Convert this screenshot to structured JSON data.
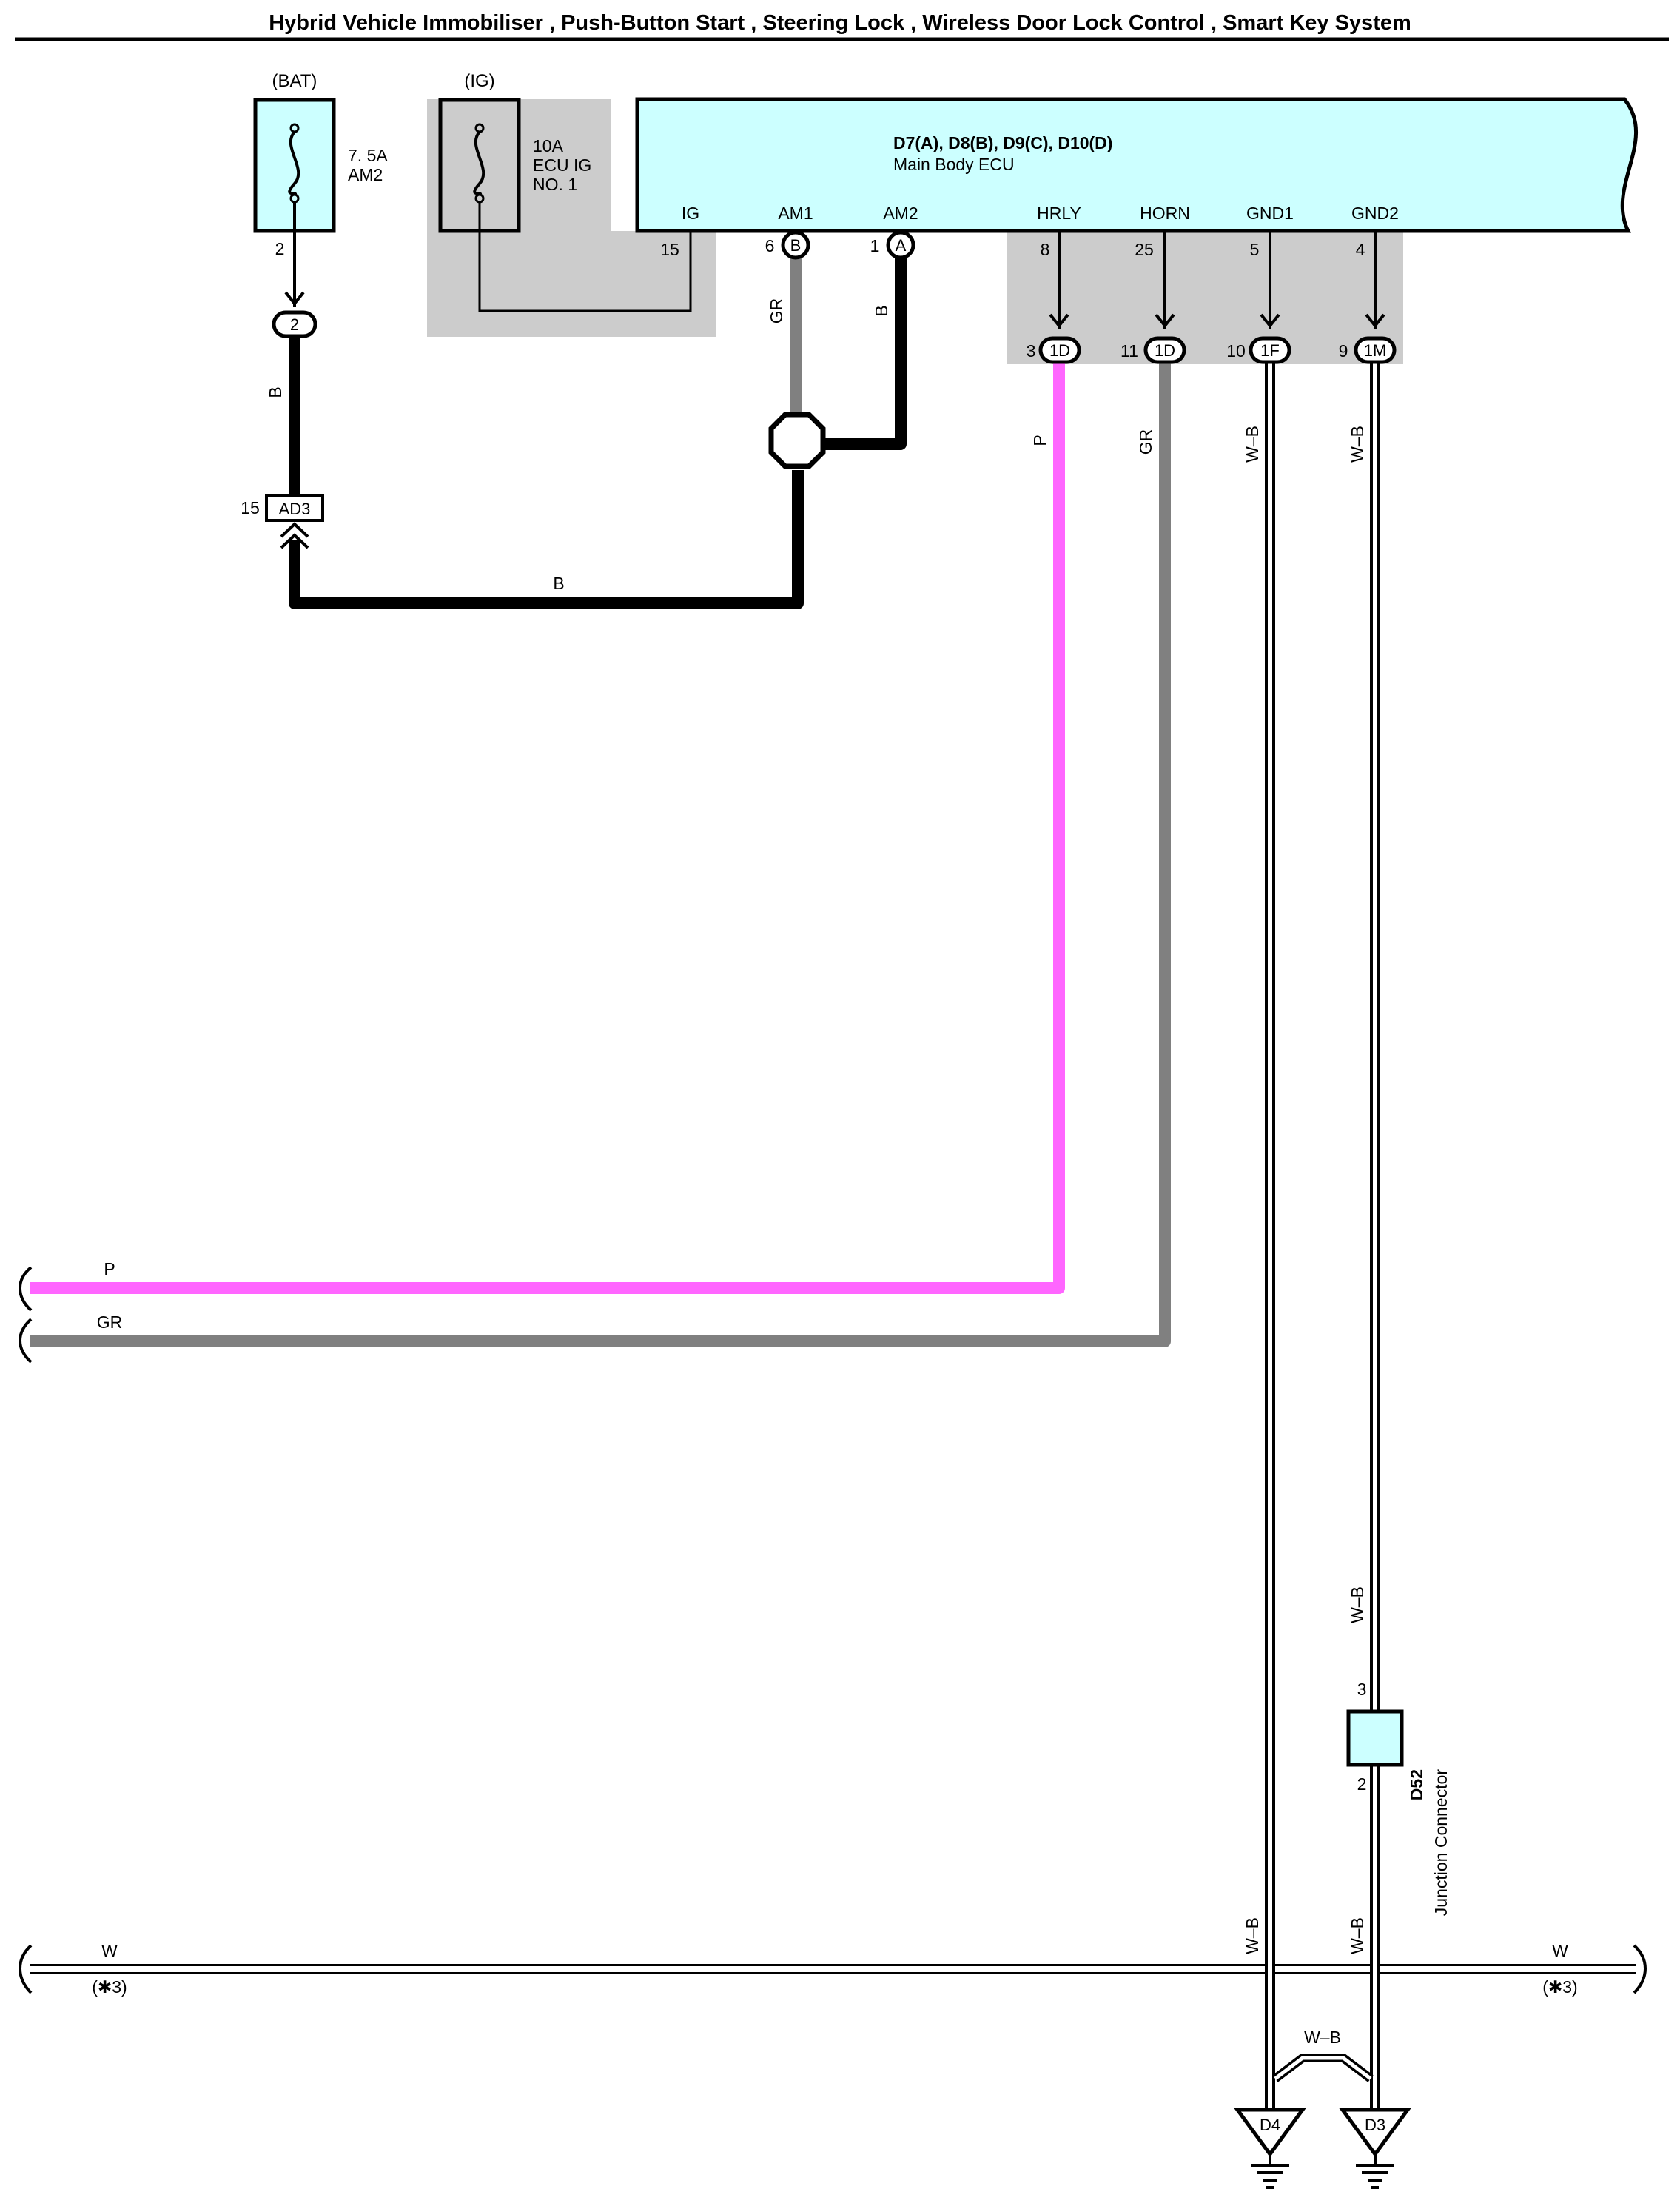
{
  "title": "Hybrid Vehicle Immobiliser , Push-Button Start , Steering Lock , Wireless Door Lock Control , Smart Key System",
  "colors": {
    "ecu_fill": "#ccffff",
    "connector_shade": "#cccccc",
    "wire_B": "#000000",
    "wire_GR": "#808080",
    "wire_P": "#ff66ff",
    "wire_W_inner": "#ffffff",
    "junction_fill": "#ccffff"
  },
  "fuses": {
    "bat": {
      "source": "(BAT)",
      "rating": "7. 5A",
      "name": "AM2",
      "pin": "2",
      "connector": "2"
    },
    "ig": {
      "source": "(IG)",
      "rating": "10A",
      "name_line1": "ECU IG",
      "name_line2": "NO. 1",
      "pin": "15"
    }
  },
  "ecu": {
    "codes": "D7(A), D8(B), D9(C), D10(D)",
    "name": "Main Body ECU",
    "pins": [
      {
        "label": "IG",
        "num": "15",
        "conn": ""
      },
      {
        "label": "AM1",
        "num": "6",
        "conn": "B"
      },
      {
        "label": "AM2",
        "num": "1",
        "conn": "A"
      },
      {
        "label": "HRLY",
        "num": "8",
        "conn": ""
      },
      {
        "label": "HORN",
        "num": "25",
        "conn": ""
      },
      {
        "label": "GND1",
        "num": "5",
        "conn": ""
      },
      {
        "label": "GND2",
        "num": "4",
        "conn": ""
      }
    ]
  },
  "inline_connectors": [
    {
      "pin": "3",
      "name": "1D"
    },
    {
      "pin": "11",
      "name": "1D"
    },
    {
      "pin": "10",
      "name": "1F"
    },
    {
      "pin": "9",
      "name": "1M"
    }
  ],
  "ad3": {
    "pin": "15",
    "name": "AD3"
  },
  "wires": {
    "bat_b": "B",
    "am1_gr": "GR",
    "am2_b": "B",
    "bottom_b": "B",
    "hrly_p": "P",
    "horn_gr": "GR",
    "gnd1_wb": "W–B",
    "gnd2_wb": "W–B",
    "p_left": "P",
    "gr_left": "GR",
    "gnd2_wb_upper": "W–B",
    "gnd1_wb_lower": "W–B",
    "gnd2_wb_lower": "W–B",
    "cross_wb": "W–B",
    "w_left": "W",
    "w_left_note": "(✱3)",
    "w_right": "W",
    "w_right_note": "(✱3)"
  },
  "junction": {
    "code": "D52",
    "name": "Junction Connector",
    "pin_top": "3",
    "pin_bottom": "2"
  },
  "grounds": [
    {
      "name": "D4"
    },
    {
      "name": "D3"
    }
  ]
}
